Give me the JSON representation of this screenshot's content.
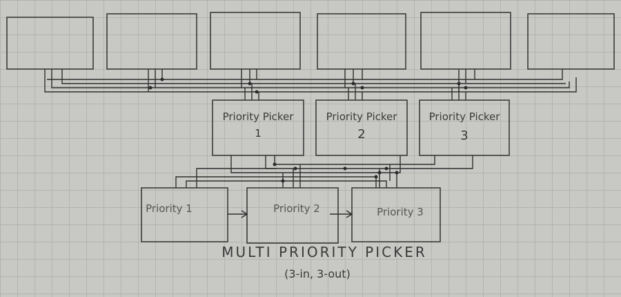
{
  "pickers": [
    {
      "line1": "Priority Picker",
      "line2": "1"
    },
    {
      "line1": "Priority Picker",
      "line2": "2"
    },
    {
      "line1": "Priority Picker",
      "line2": "3"
    }
  ],
  "priorities": [
    "Priority 1",
    "Priority 2",
    "Priority 3"
  ],
  "title": "MULTI PRIORITY PICKER",
  "subtitle": "(3-in, 3-out)"
}
